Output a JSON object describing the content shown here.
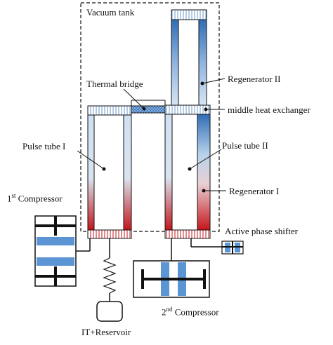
{
  "labels": {
    "vacuum_tank": "Vacuum tank",
    "thermal_bridge": "Thermal bridge",
    "regenerator_2": "Regenerator II",
    "middle_hx": "middle heat exchanger",
    "pulse_tube_1": "Pulse tube I",
    "pulse_tube_2": "Pulse tube II",
    "regenerator_1": "Regenerator I",
    "compressor_1_prefix": "1",
    "compressor_1_sup": "st",
    "compressor_1_suffix": " Compressor",
    "active_phase_shifter": "Active phase shifter",
    "compressor_2_prefix": "2",
    "compressor_2_sup": "nd",
    "compressor_2_suffix": " Compressor",
    "reservoir": "IT+Reservoir"
  },
  "colors": {
    "cold_blue": "#2f6db5",
    "light_blue": "#cfe1f3",
    "hot_red": "#c4161c",
    "piston_blue": "#5b95d3",
    "outline": "#111111"
  }
}
